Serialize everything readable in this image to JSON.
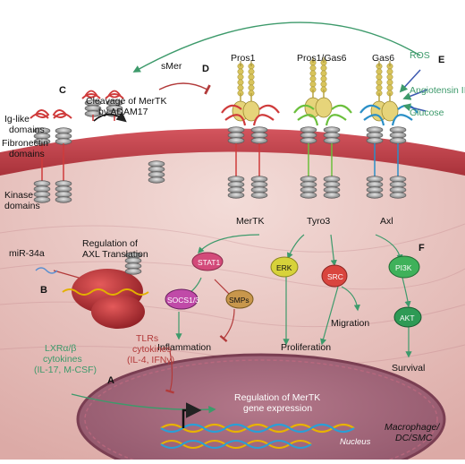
{
  "labels": {
    "C": "C",
    "D": "D",
    "E": "E",
    "B": "B",
    "A": "A",
    "F": "F",
    "ig_like": [
      "Ig-like",
      "domains"
    ],
    "fibronectin": [
      "Fibronectin",
      "domains"
    ],
    "kinase": [
      "Kinase",
      "domains"
    ],
    "cleavage": [
      "Cleavage of MerTK",
      "by ADAM17"
    ],
    "smer": "sMer",
    "pros1": "Pros1",
    "pros1_gas6": "Pros1/Gas6",
    "gas6": "Gas6",
    "ros": "ROS",
    "angiotensin": "Angiotensin II",
    "glucose": "Glucose",
    "mertk": "MerTK",
    "tyro3": "Tyro3",
    "axl": "Axl",
    "mir34a": "miR-34a",
    "regulation_axl": [
      "Regulation of",
      "AXL Translation"
    ],
    "stat1": "STAT1",
    "erk": "ERK",
    "src": "SRC",
    "pi3k": "PI3K",
    "socs": "SOCS1/3",
    "smps": "SMPs",
    "akt": "AKT",
    "migration": "Migration",
    "inflammation": "Inflammation",
    "proliferation": "Proliferation",
    "survival": "Survival",
    "lxr": [
      "LXRα/β",
      "cytokines",
      "(IL-17, M-CSF)"
    ],
    "tlrs": [
      "TLRs",
      "cytokines",
      "(IL-4, IFNγ)"
    ],
    "regulation_mertk": [
      "Regulation of MerTK",
      "gene expression"
    ],
    "nucleus": "Nucleus",
    "cell_type": [
      "Macrophage/",
      "DC/SMC"
    ]
  },
  "colors": {
    "membrane": "#c0404a",
    "cytoplasm": "#e8c6c2",
    "nucleus": "#c9909a",
    "mertk_ecd": "#cf3b3b",
    "tyro3_ecd": "#6bbf3c",
    "axl_ecd": "#2a8fc7",
    "ligand": "#c8b24a",
    "teal_arrow": "#3d9a6b",
    "inhibit": "#b23a3a",
    "stat1": "#d34a7a",
    "erk": "#d7d23a",
    "src": "#d9453e",
    "pi3k": "#3fb15a",
    "akt": "#2e9a55",
    "socs": "#c04aa8",
    "smps": "#c8974c"
  },
  "icons": [
    "receptor-icon",
    "ligand-icon",
    "ribosome-icon",
    "mrna-icon",
    "dna-helix-icon",
    "promoter-arrow-icon"
  ]
}
